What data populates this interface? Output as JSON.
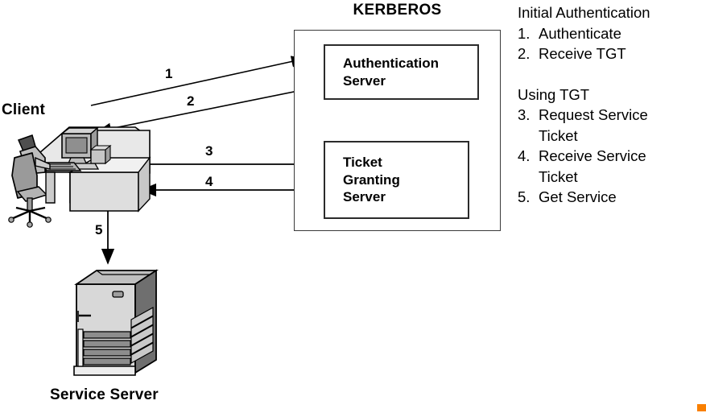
{
  "diagram": {
    "title": "KERBEROS",
    "realm_label": "KERBEROS",
    "nodes": {
      "client": {
        "label": "Client",
        "icon": "workstation-desk-icon"
      },
      "authentication_server": {
        "line1": "Authentication",
        "line2": "Server"
      },
      "ticket_granting_server": {
        "line1": "Ticket",
        "line2": "Granting",
        "line3": "Server"
      },
      "service_server": {
        "label": "Service Server",
        "icon": "tower-server-icon"
      }
    },
    "arrows": [
      {
        "id": 1,
        "label": "1",
        "from": "client",
        "to": "authentication_server",
        "direction": "right-up"
      },
      {
        "id": 2,
        "label": "2",
        "from": "authentication_server",
        "to": "client",
        "direction": "left-down"
      },
      {
        "id": 3,
        "label": "3",
        "from": "client",
        "to": "ticket_granting_server",
        "direction": "right"
      },
      {
        "id": 4,
        "label": "4",
        "from": "ticket_granting_server",
        "to": "client",
        "direction": "left"
      },
      {
        "id": 5,
        "label": "5",
        "from": "client",
        "to": "service_server",
        "direction": "down"
      }
    ]
  },
  "steps": {
    "section_1_heading": "Initial Authentication",
    "section_1_items": [
      {
        "num": "1.",
        "text": "Authenticate"
      },
      {
        "num": "2.",
        "text": "Receive TGT"
      }
    ],
    "section_2_heading": "Using TGT",
    "section_2_items": [
      {
        "num": "3.",
        "text": "Request Service",
        "cont": "Ticket"
      },
      {
        "num": "4.",
        "text": "Receive Service",
        "cont": "Ticket"
      },
      {
        "num": "5.",
        "text": "Get Service",
        "cont": ""
      }
    ]
  },
  "colors": {
    "background": "#ffffff",
    "stroke": "#000000",
    "box_border": "#2b2b2b",
    "realm_border": "#3a3a3a",
    "art_light": "#e3e3e3",
    "art_mid": "#b5b5b5",
    "art_dark": "#7a7a7a",
    "art_darkest": "#4f4f4f",
    "corner_marker": "#f97f00"
  }
}
